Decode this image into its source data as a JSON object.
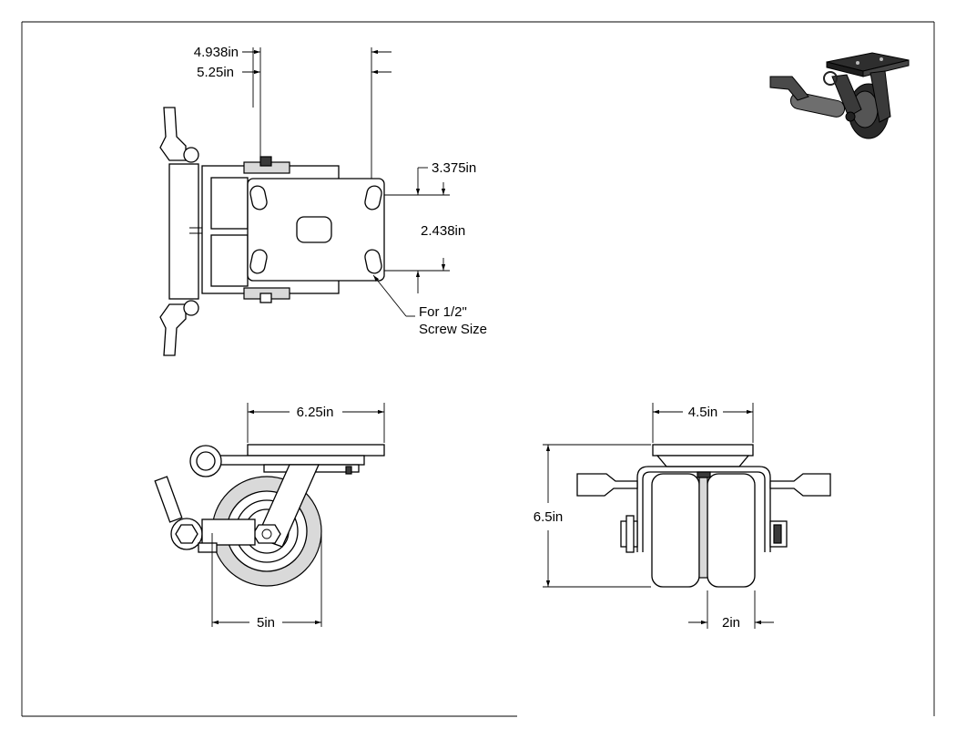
{
  "drawing": {
    "dimensions": {
      "mount_width_a": "4.938in",
      "mount_width_b": "5.25in",
      "hole_offset": "3.375in",
      "hole_spacing": "2.438in",
      "plate_length": "6.25in",
      "plate_width": "4.5in",
      "overall_height": "6.5in",
      "wheel_diameter": "5in",
      "wheel_width": "2in"
    },
    "callout": {
      "line1": "For 1/2\"",
      "line2": "Screw Size"
    }
  }
}
